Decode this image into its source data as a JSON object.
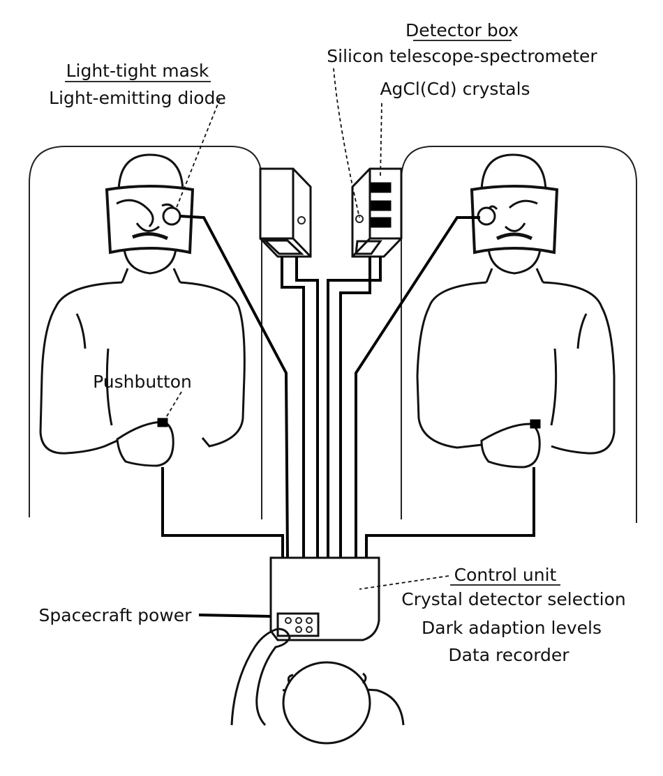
{
  "labels": {
    "light_tight_mask": "Light-tight mask",
    "light_emitting_diode": "Light-emitting diode",
    "detector_box": "Detector box",
    "silicon_telescope": "Silicon telescope-spectrometer",
    "agcl_crystals": "AgCl(Cd) crystals",
    "pushbutton": "Pushbutton",
    "control_unit": "Control unit",
    "crystal_detector_selection": "Crystal detector selection",
    "dark_adaption_levels": "Dark adaption levels",
    "data_recorder": "Data recorder",
    "spacecraft_power": "Spacecraft power"
  }
}
